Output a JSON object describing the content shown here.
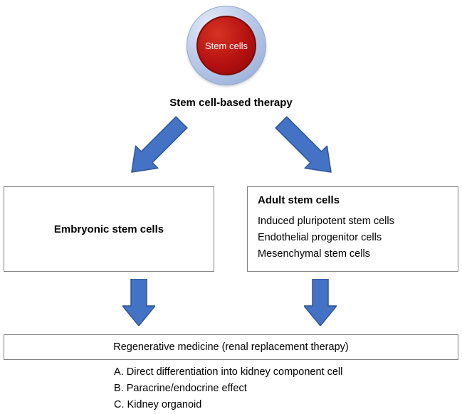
{
  "colors": {
    "arrow_fill": "#4472c4",
    "arrow_stroke": "#2f5597",
    "ring_blue": "#a9bede",
    "core_red": "#b01111"
  },
  "circle": {
    "label": "Stem cells"
  },
  "title": "Stem cell-based therapy",
  "left_box": {
    "title": "Embryonic stem cells"
  },
  "right_box": {
    "title": "Adult stem cells",
    "items": [
      "Induced pluripotent stem cells",
      "Endothelial progenitor cells",
      "Mesenchymal stem cells"
    ]
  },
  "bottom_box": {
    "title": "Regenerative medicine (renal replacement therapy)"
  },
  "outcomes": [
    "A. Direct differentiation into kidney component cell",
    "B. Paracrine/endocrine effect",
    "C. Kidney organoid"
  ]
}
